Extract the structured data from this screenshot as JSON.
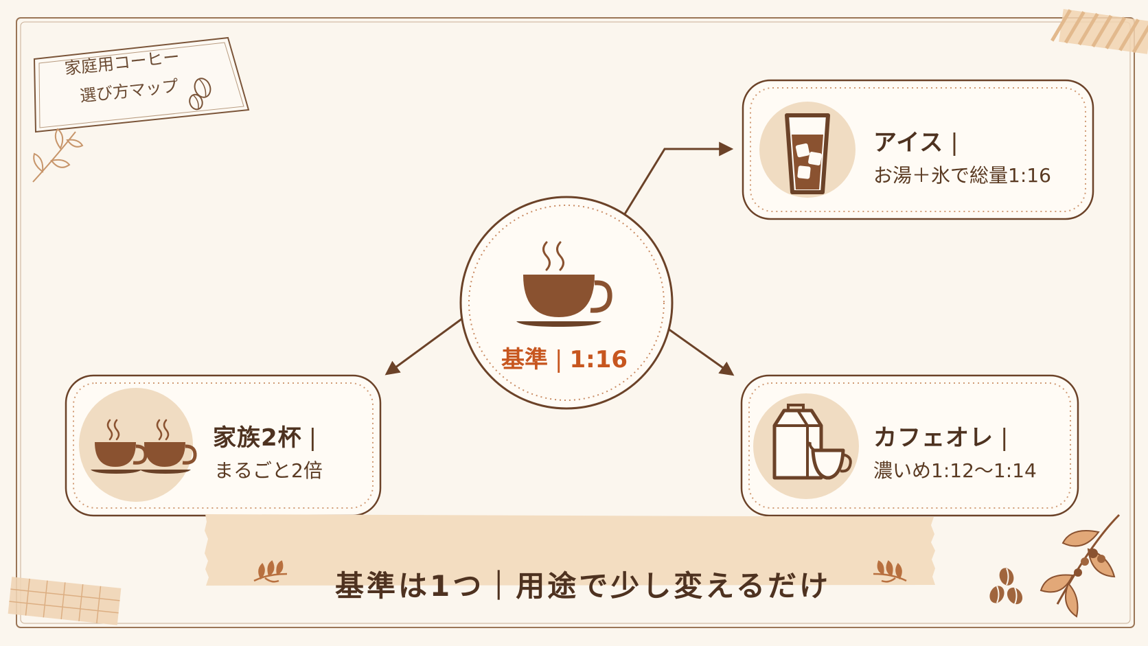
{
  "title_note": {
    "line1": "家庭用コーヒー",
    "line2": "選び方マップ"
  },
  "center": {
    "label": "基準",
    "separator": "|",
    "ratio": "1:16",
    "icon": "coffee-cup-icon"
  },
  "cards": {
    "ice": {
      "title": "アイス",
      "separator": "|",
      "subtitle": "お湯＋氷で総量1:16",
      "icon": "iced-glass-icon"
    },
    "family": {
      "title": "家族2杯",
      "separator": "|",
      "subtitle": "まるごと2倍",
      "icon": "two-cups-icon"
    },
    "cafe_au_lait": {
      "title": "カフェオレ",
      "separator": "|",
      "subtitle": "濃いめ1:12〜1:14",
      "icon": "milk-carton-icon"
    }
  },
  "banner": {
    "text": "基準は1つ｜用途で少し変えるだけ"
  },
  "colors": {
    "background": "#fbf6ee",
    "line": "#6b4228",
    "accent": "#c7561f",
    "icon_circle": "#f0dcc2",
    "coffee": "#8a5230",
    "banner": "#f3ddc1"
  }
}
